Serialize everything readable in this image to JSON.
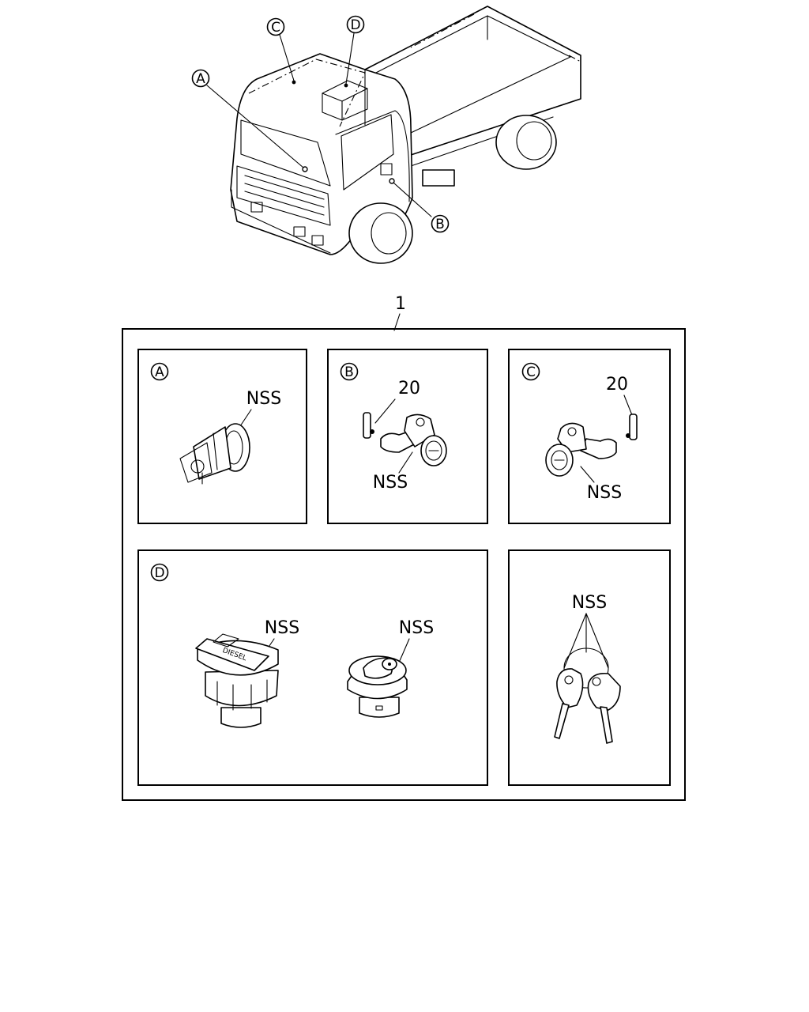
{
  "assembly_ref": "1",
  "truck_callouts": [
    "A",
    "B",
    "C",
    "D"
  ],
  "panels": {
    "a": {
      "letter": "A",
      "labels": [
        "NSS"
      ]
    },
    "b": {
      "letter": "B",
      "labels": [
        "20",
        "NSS"
      ]
    },
    "c": {
      "letter": "C",
      "labels": [
        "20",
        "NSS"
      ]
    },
    "d": {
      "letter": "D",
      "labels": [
        "NSS",
        "NSS"
      ],
      "cap_text": "DIESEL"
    },
    "keys": {
      "labels": [
        "NSS"
      ]
    }
  }
}
